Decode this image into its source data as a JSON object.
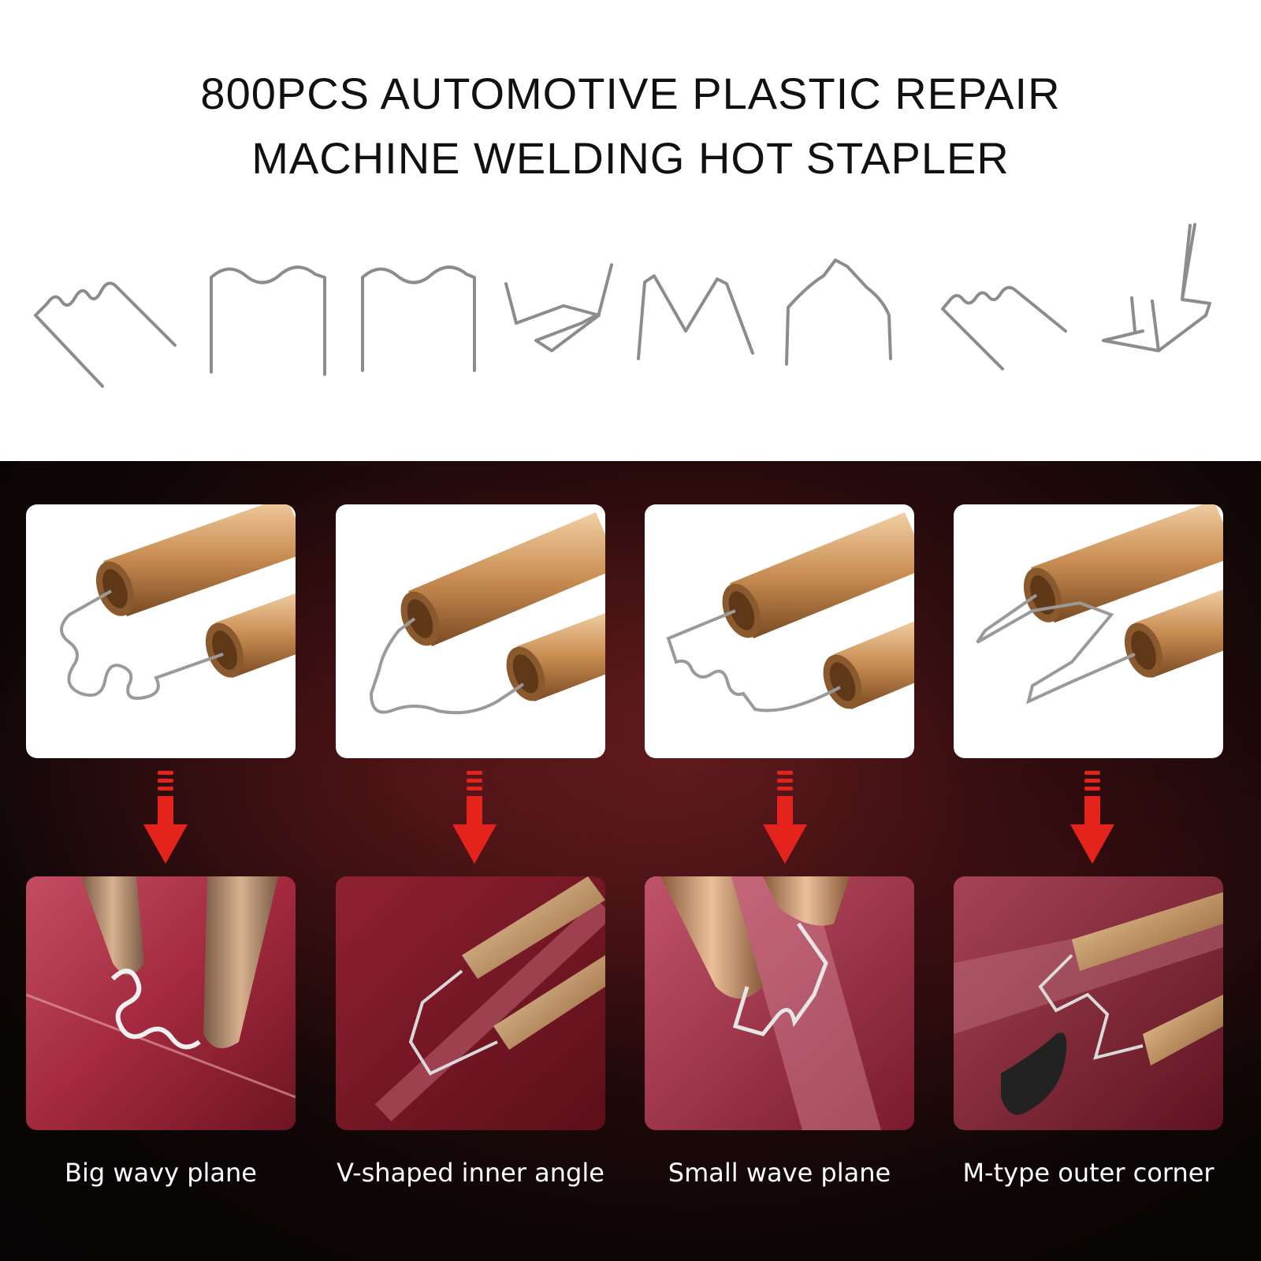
{
  "header": {
    "title_line1": "800PCS AUTOMOTIVE PLASTIC REPAIR",
    "title_line2": "MACHINE WELDING HOT STAPLER"
  },
  "staple_shapes": [
    "big-wave-staple",
    "square-wave-staple",
    "square-wave-staple-2",
    "v-bent-staple",
    "m-staple",
    "arch-staple",
    "small-wave-staple",
    "corner-staple"
  ],
  "steps": [
    {
      "caption": "Big wavy plane"
    },
    {
      "caption": "V-shaped inner angle"
    },
    {
      "caption": "Small wave plane"
    },
    {
      "caption": "M-type outer corner"
    }
  ],
  "colors": {
    "background_dark": "#0d0606",
    "arrow_red": "#e3231c",
    "copper": "#c98d52",
    "wire": "#9a9a9a",
    "caption_text": "#ffffff"
  }
}
